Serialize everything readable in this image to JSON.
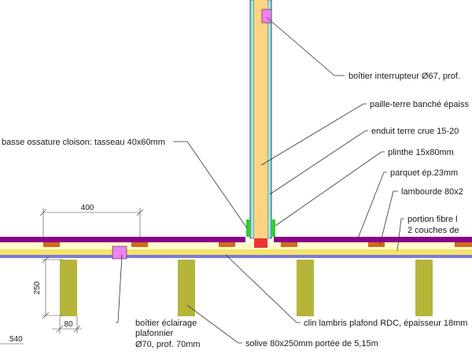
{
  "labels": {
    "switch_box": "boîtier interrupteur Ø67, prof.",
    "straw_earth": "paille-terre banché épaiss",
    "clay_render": "enduit terre crue 15-20",
    "partition_base": "basse ossature cloison: tasseau 40x60mm",
    "skirting": "plinthe 15x80mm",
    "parquet": "parquet ép.23mm",
    "batten": "lambourde 80x2",
    "fibre_line1": "portion fibre l",
    "fibre_line2": "2 couches de",
    "light_box_line1": "boîtier éclairage",
    "light_box_line2": "plafonnier",
    "light_box_line3": "Ø70, prof. 70mm",
    "ceiling_cladding": "clin lambris plafond RDC, épaisseur 18mm",
    "joist": "solive 80x250mm portée de 5,15m"
  },
  "dimensions": {
    "spacing": "400",
    "joist_height": "250",
    "joist_width": "80",
    "offset": "540"
  },
  "colors": {
    "parquet": "#8B008B",
    "batten": "#D2691E",
    "fibre_layer": "#FFFFCC",
    "yellow_band": "#F5E36A",
    "ceiling_blue": "#7B7BD8",
    "joist": "#B5B53A",
    "wall_core": "#FFD480",
    "wall_render": "#9FE3E3",
    "box": "#EE82EE",
    "skirting": "#33CC33",
    "sole_plate": "#EE3333"
  }
}
